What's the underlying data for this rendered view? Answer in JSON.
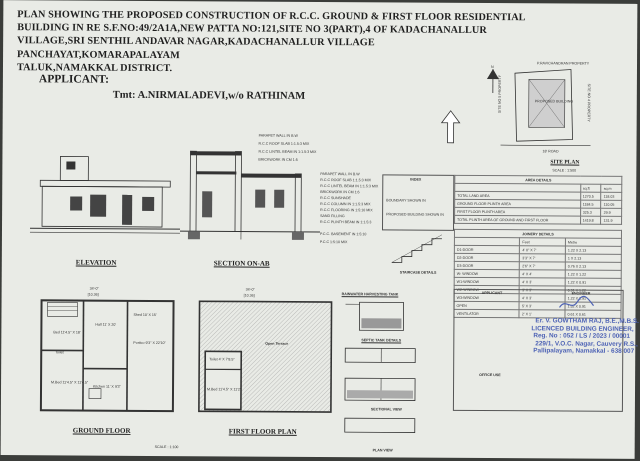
{
  "title_lines": [
    "PLAN SHOWING THE PROPOSED CONSTRUCTION OF R.C.C. GROUND & FIRST FLOOR RESIDENTIAL",
    "BUILDING IN RE S.F.NO:49/2A1A,NEW PATTA NO:121,SITE NO 3(PART),4 OF KADACHANALLUR",
    "VILLAGE,SRI SENTHIL ANDAVAR NAGAR,KADACHANALLUR VILLAGE PANCHAYAT,KOMARAPALAYAM",
    "TALUK,NAMAKKAL DISTRICT."
  ],
  "applicant_label": "APPLICANT:",
  "applicant_name": "Tmt: A.NIRMALADEVI,w/o RATHINAM",
  "drawings": {
    "elevation": "ELEVATION",
    "section": "SECTION ON-AB",
    "ground_floor": "GROUND FLOOR",
    "first_floor": "FIRST FLOOR PLAN",
    "site_plan": "SITE PLAN",
    "site_scale": "SCALE : 1:500",
    "plan_scale": "SCALE : 1:100",
    "rwh_tank": "RAINWATER HARVESTING TANK",
    "septic": "SEPTIC TANK DETAILS",
    "sectional_view": "SECTIONAL VIEW",
    "plan_view": "PLAN VIEW",
    "staircase": "STAIRCASE DETAILS"
  },
  "site": {
    "north": "N",
    "top_neighbour": "P.RAVICHANDRAN PROPERTY",
    "proposed": "PROPOSED BUILDING",
    "left_neighbour": "SITE NO 5 PROPERTY",
    "right_neighbour": "SITE NO 4 PROPERTY",
    "road": "18' ROAD"
  },
  "section_labels": [
    "PARAPET WALL IN B.W",
    "R.C.C ROOF SLAB 1:1.5:3 MIX",
    "R.C.C LINTEL BEAM IN 1:1.5:3 MIX",
    "BRICKWORK IN CM 1:5"
  ],
  "section_right_labels": [
    "PARAPET WALL IN B.W",
    "R.C.C ROOF SLAB 1:1.5:3 MIX",
    "R.C.C LINTEL BEAM IN 1:1.5:3 MIX",
    "BRICKWORK IN CM 1:6",
    "R.C.C SUNSHADE",
    "R.C.C COLUMN IN 1:1.5:3 MIX",
    "R.C.C FLOORING IN 1:5:10 MIX",
    "SAND FILLING",
    "R.C.C PLINTH BEAM IN 1:1.5:3",
    "P.C.C. BASEMENT IN 1:5:10",
    "P.C.C 1:5:10 MIX"
  ],
  "index": {
    "title": "INDEX",
    "items": [
      "BOUNDARY SHOWN IN",
      "PROPOSED BUILDING SHOWN IN"
    ]
  },
  "area_details": {
    "title": "AREA DETAILS",
    "headers": [
      "",
      "sq.ft",
      "sq.m"
    ],
    "rows": [
      [
        "TOTAL LAND AREA",
        "1270.5",
        "118.03"
      ],
      [
        "GROUND FLOOR PLINTH AREA",
        "1184.5",
        "110.05"
      ],
      [
        "FIRST FLOOR PLINTH AREA",
        "325.3",
        "29.9"
      ],
      [
        "TOTAL PLINTH AREA OF GROUND AND FIRST FLOOR",
        "1419.8",
        "131.9"
      ]
    ]
  },
  "joinery": {
    "title": "JOINERY DETAILS",
    "headers": [
      "",
      "Feet",
      "Metre"
    ],
    "rows": [
      [
        "D1-DOOR",
        "4' 0\" X 7'",
        "1.22 X 2.13"
      ],
      [
        "D2-DOOR",
        "3'3\" X 7'",
        "1 X 2.13"
      ],
      [
        "D3-DOOR",
        "2'6\" X 7'",
        "0.76 X 2.13"
      ],
      [
        "W- WINDOW",
        "4' X 4'",
        "1.22 X 1.22"
      ],
      [
        "W1-WINDOW",
        "4' X 3'",
        "1.22 X 0.91"
      ],
      [
        "W2-WINDOW",
        "3' X 3'",
        "0.91 X 1.22"
      ],
      [
        "W3-WINDOW",
        "4' X 3'",
        "1.22 X 1.91"
      ],
      [
        "OPEN",
        "5' X 3'",
        "1.52 X 0.91"
      ],
      [
        "VENTILATOR",
        "2' X 1'",
        "0.61 X 0.61"
      ]
    ]
  },
  "signature": {
    "applicant": "APPLICANT",
    "engineer": "ENGINEER",
    "office": "OFFICE USE"
  },
  "stamp_lines": [
    "Er. V. GOWTHAM RAJ, B.E.,M.B.S.",
    "LICENCED BUILDING ENGINEER,",
    "Reg. No : 052 / LS / 2023 / 00001",
    "229/1, V.O.C. Nagar, Cauvery R.S.,",
    "Pallipalayam, Namakkal - 638 007"
  ],
  "rooms_ground": [
    "Bed 11'4.5\" X 18'",
    "Hall 11' X 20'",
    "Kitchen 11' X 9'3\"",
    "M.Bed 11'4.5\" X 11'4.5\"",
    "Portico 9'3\" X 22'10\"",
    "Shed 10' X 15'",
    "Toilet"
  ],
  "rooms_first": [
    "Open Terrace",
    "Toilet 4' X 7'8.5\"",
    "M.Bed 11'4.5\" X 11'2\""
  ],
  "dims": {
    "gf_top": "34'-0\"",
    "gf_top_m": "[10.36]",
    "ff_top": "34'-0\"",
    "ff_top_m": "[10.36]"
  }
}
